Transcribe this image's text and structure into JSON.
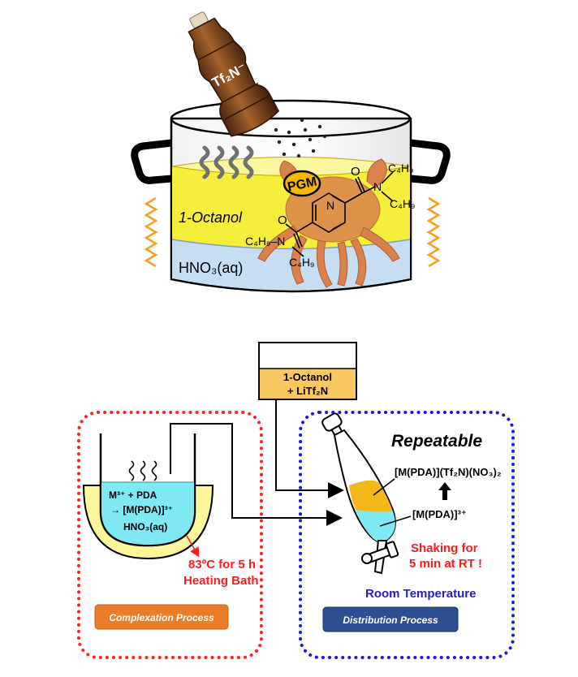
{
  "top_scene": {
    "bottle_label": "Tf₂N⁻",
    "pgm_label": "PGM",
    "octanol_label": "1-Octanol",
    "aqueous_label": "HNO₃(aq)",
    "substituent_c4h9": "C₄H₉",
    "substituent_n": "N",
    "ring_n": "N",
    "substituent_left": "C₄H₉–N"
  },
  "reagent_box": {
    "line1": "1-Octanol",
    "line2": "+ LiTf₂N"
  },
  "complexation": {
    "reaction_line1": "M³⁺ + PDA",
    "reaction_line2": "→ [M(PDA)]³⁺",
    "aqueous_label": "HNO₃(aq)",
    "condition": "83ºC for 5 h",
    "bath_label": "Heating Bath",
    "process_label": "Complexation Process"
  },
  "distribution": {
    "repeatable": "Repeatable",
    "organic_complex": "[M(PDA)](Tf₂N)(NO₃)₂",
    "aqueous_complex": "[M(PDA)]³⁺",
    "shaking_line1": "Shaking for",
    "shaking_line2": "5 min at RT !",
    "room_temp": "Room Temperature",
    "process_label": "Distribution Process"
  },
  "colors": {
    "octanol": "#f5ee3a",
    "aqueous": "#c7ddf2",
    "bath": "#fbf79a",
    "cyan_liquid": "#7fe8f2",
    "red_dots": "#ff2020",
    "blue_dots": "#1a1adc",
    "complexation_badge": "#e97d2a",
    "distribution_badge": "#2f4f92",
    "condition_text": "#ff1a1a",
    "room_temp_text": "#1f1fd0"
  }
}
